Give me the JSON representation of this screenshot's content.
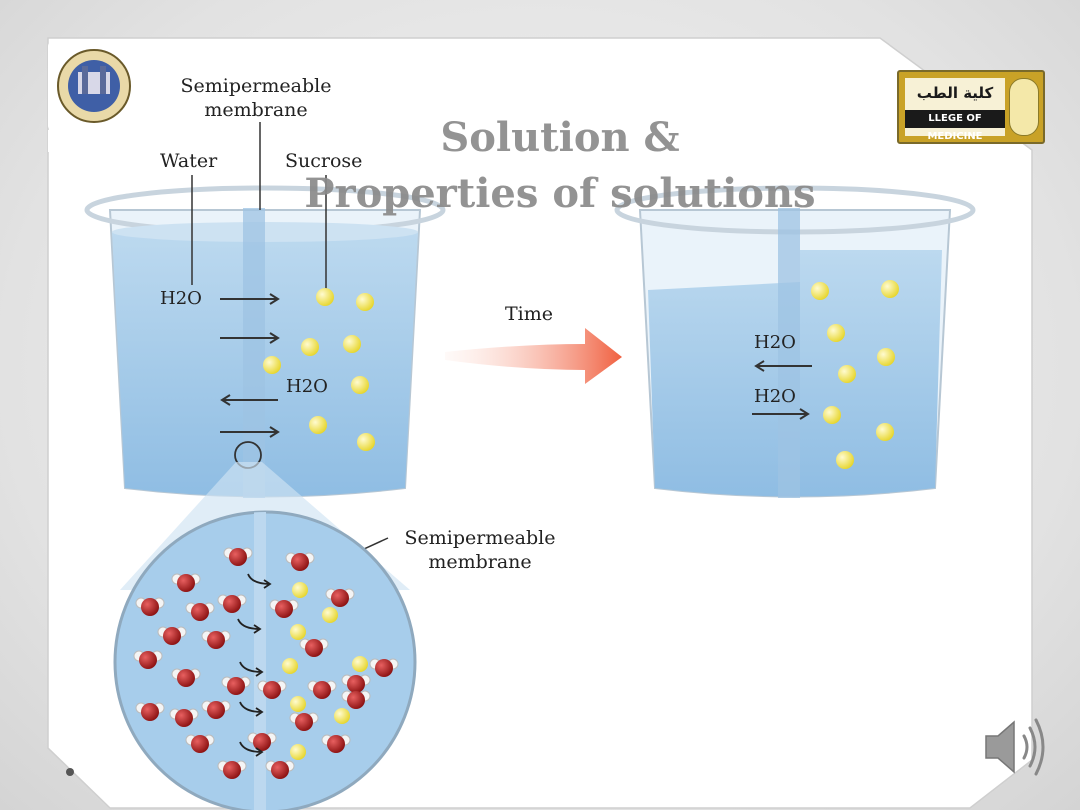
{
  "slide": {
    "title_line1": "Solution &",
    "title_line2": "Properties of solutions"
  },
  "figure": {
    "membrane_label_top": "Semipermeable membrane",
    "water_label": "Water",
    "sucrose_label": "Sucrose",
    "h2o_label": "H2O",
    "time_label": "Time",
    "membrane_label_zoom": "Semipermeable membrane"
  },
  "logos": {
    "right_arabic": "كلية الطب",
    "right_english": "LLEGE OF MEDICINE"
  },
  "colors": {
    "water": "#a9cdea",
    "sucrose": "#f0e43c",
    "arrow": "#f07a5a",
    "title": "#8a8a8a"
  }
}
